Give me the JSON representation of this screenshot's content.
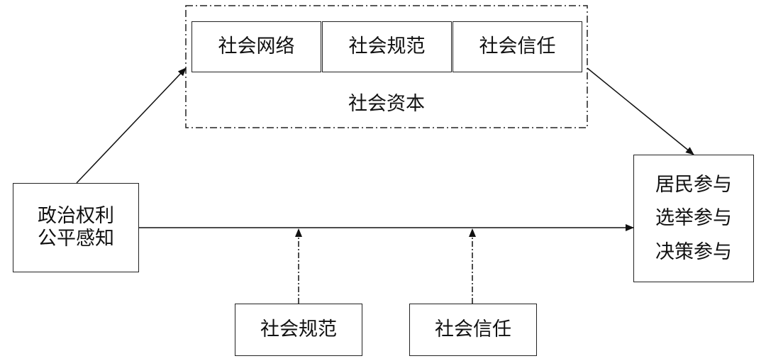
{
  "social_capital": {
    "title": "社会资本",
    "components": [
      "社会网络",
      "社会规范",
      "社会信任"
    ]
  },
  "independent_variable": {
    "lines": [
      "政治权利",
      "公平感知"
    ]
  },
  "dependent_variable": {
    "lines": [
      "居民参与",
      "选举参与",
      "决策参与"
    ]
  },
  "moderators": [
    "社会规范",
    "社会信任"
  ]
}
